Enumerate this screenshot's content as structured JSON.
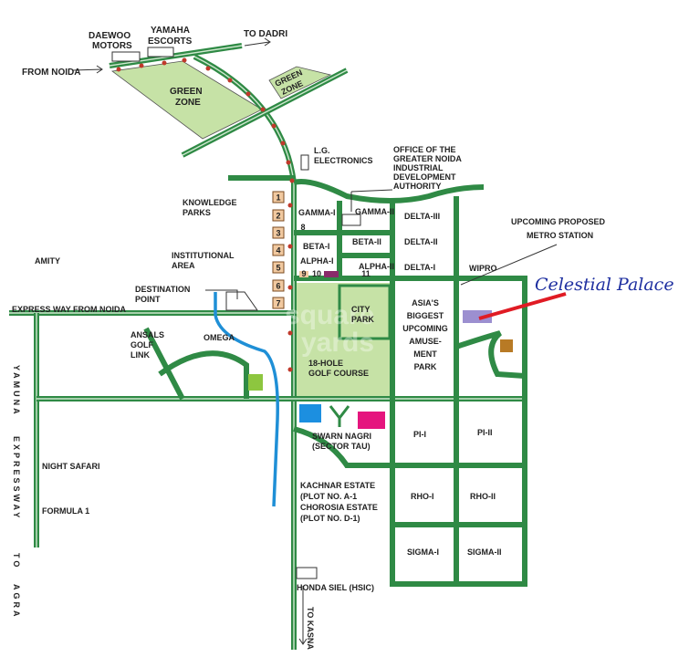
{
  "labels": {
    "daewoo": [
      "DAEWOO",
      "MOTORS"
    ],
    "yamaha": [
      "YAMAHA",
      "ESCORTS"
    ],
    "to_dadri": "TO DADRI",
    "from_noida": "FROM NOIDA",
    "green_zone_main": [
      "GREEN",
      "ZONE"
    ],
    "green_zone_small": [
      "GREEN",
      "ZONE"
    ],
    "lg": [
      "L.G.",
      "ELECTRONICS"
    ],
    "gnida": [
      "OFFICE OF THE",
      "GREATER NOIDA",
      "INDUSTRIAL",
      "DEVELOPMENT",
      "AUTHORITY"
    ],
    "knowledge_parks": [
      "KNOWLEDGE",
      "PARKS"
    ],
    "institutional_area": [
      "INSTITUTIONAL",
      "AREA"
    ],
    "amity": "AMITY",
    "destination_point": [
      "DESTINATION",
      "POINT"
    ],
    "expressway_noida": "EXPRESS WAY FROM NOIDA",
    "ansals": [
      "ANSALS",
      "GOLF",
      "LINK"
    ],
    "omega": "OMEGA",
    "yamuna": [
      "YAMUNA",
      "EXPRESSWAY",
      "TO",
      "AGRA"
    ],
    "night_safari": "NIGHT SAFARI",
    "formula1": "FORMULA 1",
    "upcoming_metro": [
      "UPCOMING PROPOSED",
      "METRO STATION"
    ],
    "wipro": "WIPRO",
    "project_name": "Celestial Palace",
    "swarn_nagri": [
      "SWARN NAGRI",
      "(SECTOR TAU)"
    ],
    "kachnar": [
      "KACHNAR ESTATE",
      "(PLOT NO. A-1",
      "CHOROSIA ESTATE",
      "(PLOT NO. D-1)"
    ],
    "honda": "HONDA SIEL (HSIC)",
    "to_kasna": "TO KASNA",
    "watermark": [
      "square",
      "yards"
    ]
  },
  "sectors": {
    "gamma1": "GAMMA-I",
    "gamma2": "GAMMA-II",
    "delta3": "DELTA-III",
    "beta1": "BETA-I",
    "beta2": "BETA-II",
    "delta2": "DELTA-II",
    "alpha1": "ALPHA-I",
    "alpha2": "ALPHA-II",
    "delta1": "DELTA-I",
    "city_park": [
      "CITY",
      "PARK"
    ],
    "golf": [
      "18-HOLE",
      "GOLF COURSE"
    ],
    "amusement": [
      "ASIA'S",
      "BIGGEST",
      "UPCOMING",
      "AMUSE-",
      "MENT",
      "PARK"
    ],
    "pi1": "PI-I",
    "pi2": "PI-II",
    "rho1": "RHO-I",
    "rho2": "RHO-II",
    "sigma1": "SIGMA-I",
    "sigma2": "SIGMA-II",
    "plot8": "8",
    "plot9": "9",
    "plot10": "10",
    "plot11": "11"
  },
  "knowledge_park_numbers": [
    "1",
    "2",
    "3",
    "4",
    "5",
    "6",
    "7"
  ],
  "colors": {
    "road": "#2f8a45",
    "green_zone": "#c6e2a6",
    "river": "#1f8fd6",
    "highlight_arrow": "#e01b24",
    "project_plot": "#9c8fd0",
    "blue_plot": "#1c8fe0",
    "pink_plot": "#e5157e",
    "lime_plot": "#8dc63f",
    "brown_plot": "#b87a25",
    "purple_plot": "#8a2a6a",
    "number_box": "#f1c9a0"
  }
}
